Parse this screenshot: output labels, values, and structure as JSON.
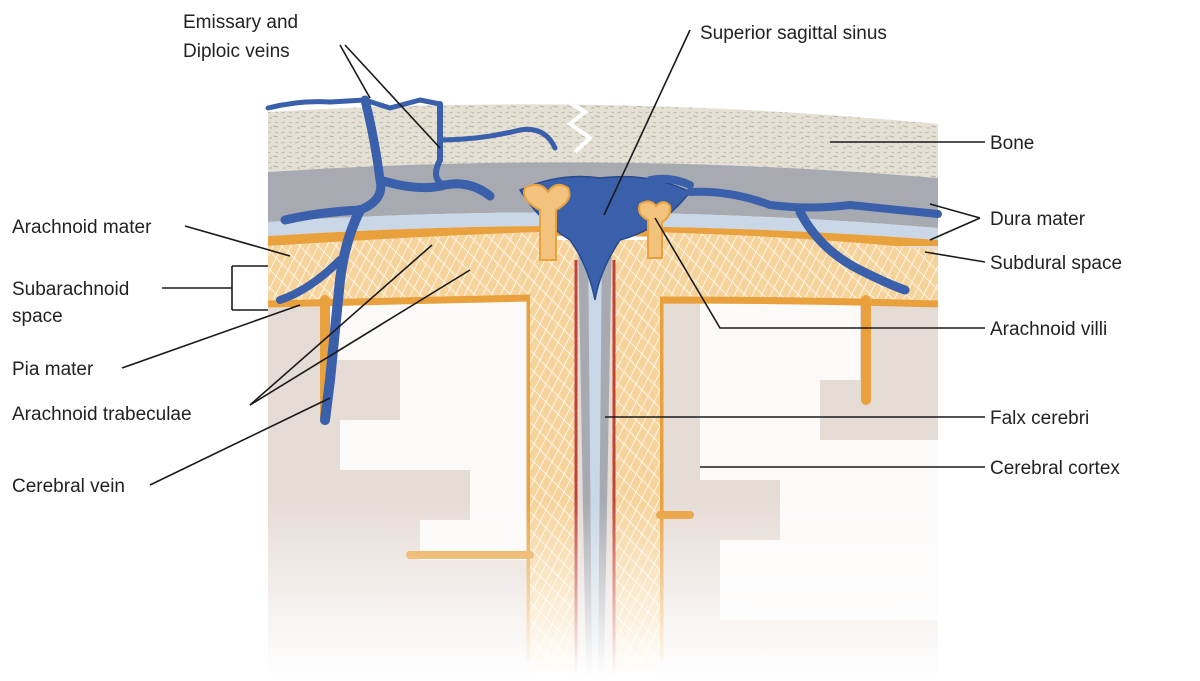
{
  "labels": {
    "emissary_line1": "Emissary and",
    "emissary_line2": "Diploic veins",
    "superior_sagittal_sinus": "Superior sagittal sinus",
    "bone": "Bone",
    "dura_mater": "Dura mater",
    "subdural_space": "Subdural space",
    "arachnoid_villi": "Arachnoid villi",
    "falx_cerebri": "Falx cerebri",
    "cerebral_cortex": "Cerebral cortex",
    "arachnoid_mater": "Arachnoid mater",
    "subarachnoid_line1": "Subarachnoid",
    "subarachnoid_line2": "space",
    "pia_mater": "Pia mater",
    "arachnoid_trabeculae": "Arachnoid trabeculae",
    "cerebral_vein": "Cerebral vein"
  },
  "colors": {
    "bone": "#e4e0d4",
    "bone_texture": "#b9b3a4",
    "dura": "#a7aab0",
    "subdural": "#c9d7e6",
    "vein": "#3a5fab",
    "vein_dark": "#274a8e",
    "arachnoid": "#f3c37e",
    "pia": "#e9a13e",
    "pia_red": "#c0443c",
    "cortex": "#e6dcd6",
    "white_matter": "#ffffff"
  }
}
